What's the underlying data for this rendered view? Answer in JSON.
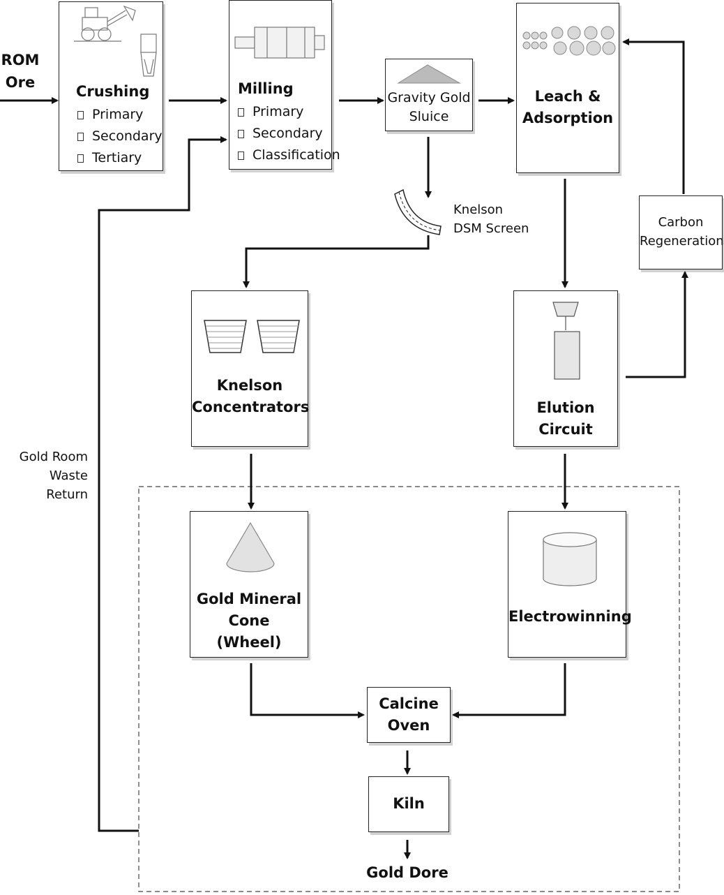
{
  "input_label": [
    "ROM",
    "Ore"
  ],
  "crushing": {
    "title": "Crushing",
    "items": [
      "Primary",
      "Secondary",
      "Tertiary"
    ]
  },
  "milling": {
    "title": "Milling",
    "items": [
      "Primary",
      "Secondary",
      "Classification"
    ]
  },
  "gravity": [
    "Gravity Gold",
    "Sluice"
  ],
  "leach": [
    "Leach &",
    "Adsorption"
  ],
  "knelson_screen": [
    "Knelson",
    "DSM Screen"
  ],
  "carbon": [
    "Carbon",
    "Regeneration"
  ],
  "knelson_conc": [
    "Knelson",
    "Concentrators"
  ],
  "elution": [
    "Elution",
    "Circuit"
  ],
  "waste_return": [
    "Gold Room",
    "Waste Return"
  ],
  "cone": [
    "Gold Mineral",
    "Cone",
    "(Wheel)"
  ],
  "electro": "Electrowinning",
  "calcine": [
    "Calcine",
    "Oven"
  ],
  "kiln": "Kiln",
  "output_label": "Gold Dore"
}
